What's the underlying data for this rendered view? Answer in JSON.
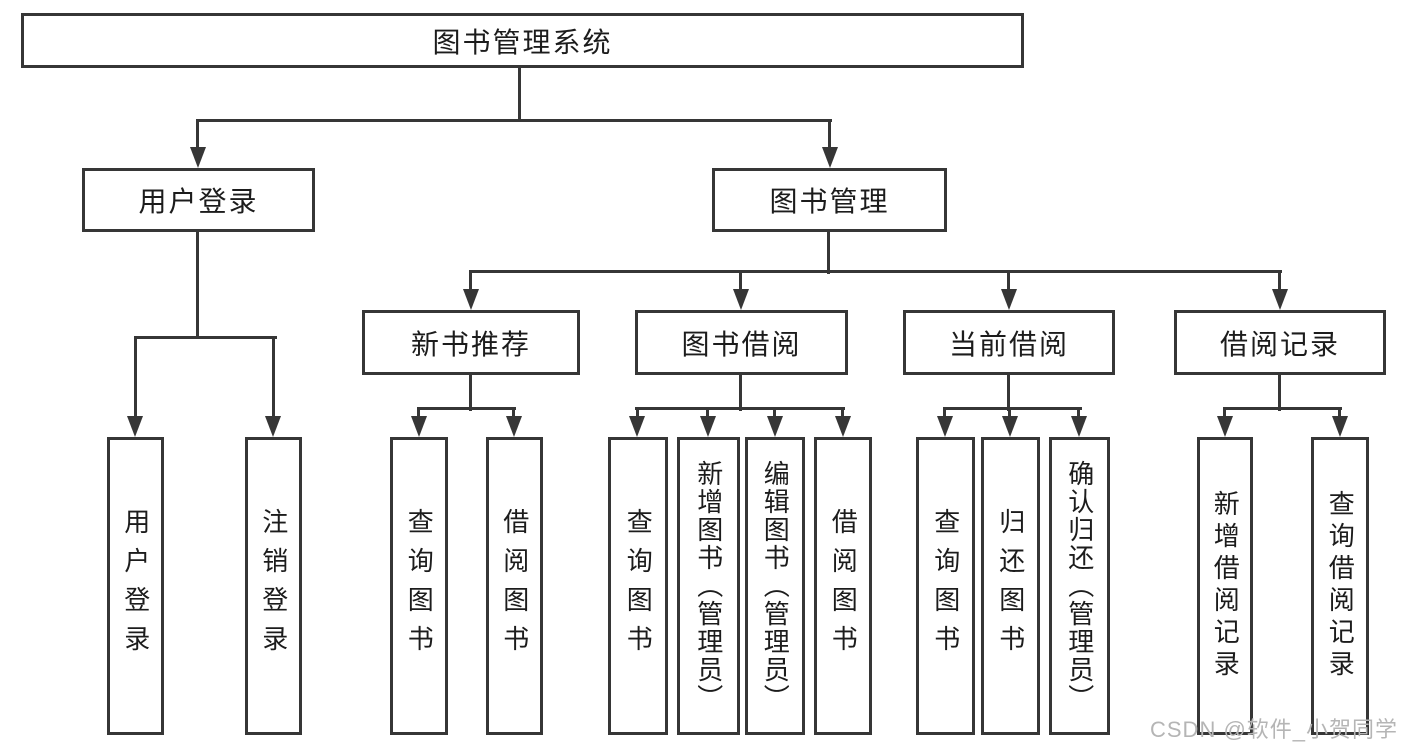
{
  "diagram_title": "图书管理系统",
  "tree": {
    "label": "图书管理系统",
    "children": [
      {
        "label": "用户登录",
        "children": [
          {
            "label": "用户登录"
          },
          {
            "label": "注销登录"
          }
        ]
      },
      {
        "label": "图书管理",
        "children": [
          {
            "label": "新书推荐",
            "children": [
              {
                "label": "查询图书"
              },
              {
                "label": "借阅图书"
              }
            ]
          },
          {
            "label": "图书借阅",
            "children": [
              {
                "label": "查询图书"
              },
              {
                "label": "新增图书（管理员）"
              },
              {
                "label": "编辑图书（管理员）"
              },
              {
                "label": "借阅图书"
              }
            ]
          },
          {
            "label": "当前借阅",
            "children": [
              {
                "label": "查询图书"
              },
              {
                "label": "归还图书"
              },
              {
                "label": "确认归还（管理员）"
              }
            ]
          },
          {
            "label": "借阅记录",
            "children": [
              {
                "label": "新增借阅记录"
              },
              {
                "label": "查询借阅记录"
              }
            ]
          }
        ]
      }
    ]
  },
  "watermark": {
    "text": "CSDN @软件_小贺同学"
  },
  "colors": {
    "line": "#363636",
    "text": "#1c1c1c",
    "watermark": "#b5b5b5"
  }
}
